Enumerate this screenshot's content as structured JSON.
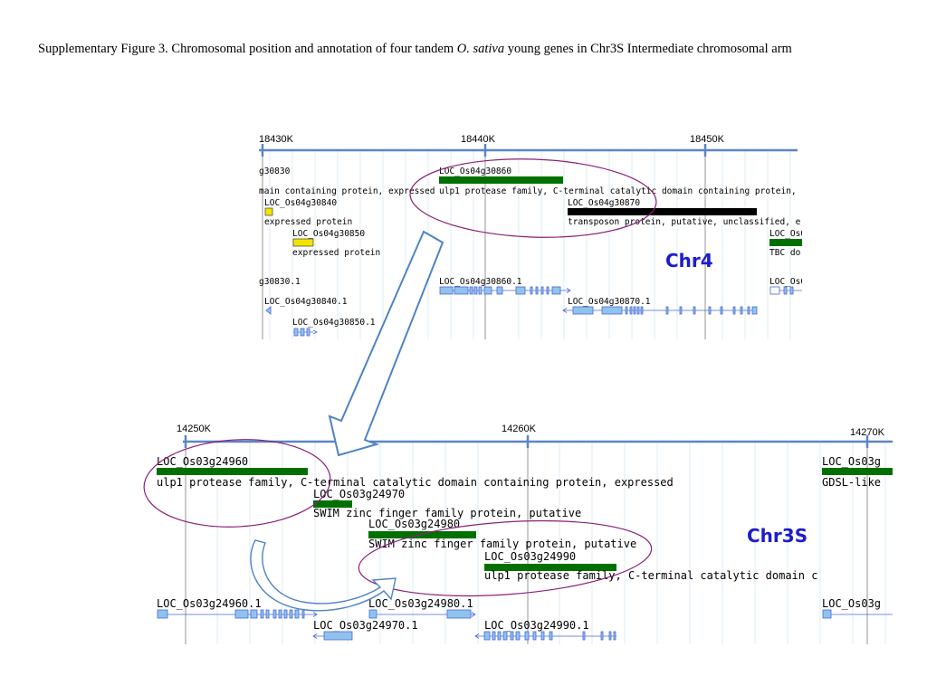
{
  "caption": {
    "before": "Supplementary Figure 3.  Chromosomal position and annotation of four tandem ",
    "species": "O. sativa",
    "after": " young genes in Chr3S Intermediate chromosomal arm"
  },
  "chr4": {
    "label": "Chr4",
    "ticks": [
      "18430K",
      "18440K",
      "18450K"
    ],
    "genes": [
      {
        "id": "g30830",
        "desc": "main containing protein, expressed",
        "color": "#ffffff"
      },
      {
        "id": "LOC_Os04g30840",
        "desc": "expressed protein",
        "color": "#f2e600"
      },
      {
        "id": "LOC_Os04g30850",
        "desc": "expressed protein",
        "color": "#f2e600"
      },
      {
        "id": "LOC_Os04g30860",
        "desc": "ulp1 protease family, C-terminal catalytic domain containing protein,",
        "color": "#007000"
      },
      {
        "id": "LOC_Os04g30870",
        "desc": "transposon protein, putative, unclassified, e:",
        "color": "#000000"
      },
      {
        "id": "LOC_Os0",
        "desc": "TBC dor",
        "color": "#007000"
      }
    ],
    "transcripts": [
      "g30830.1",
      "LOC_Os04g30840.1",
      "LOC_Os04g30850.1",
      "LOC_Os04g30860.1",
      "LOC_Os04g30870.1",
      "LOC_Os0"
    ]
  },
  "chr3s": {
    "label": "Chr3S",
    "ticks": [
      "14250K",
      "14260K",
      "14270K"
    ],
    "genes": [
      {
        "id": "LOC_Os03g24960",
        "desc": "ulp1 protease family, C-terminal catalytic domain containing protein, expressed",
        "color": "#007000"
      },
      {
        "id": "LOC_Os03g24970",
        "desc": "SWIM zinc finger family protein, putative",
        "color": "#007000"
      },
      {
        "id": "LOC_Os03g24980",
        "desc": "SWIM zinc finger family protein, putative",
        "color": "#007000"
      },
      {
        "id": "LOC_Os03g24990",
        "desc": "ulp1 protease family, C-terminal catalytic domain c",
        "color": "#007000"
      },
      {
        "id": "LOC_Os03g",
        "desc": "GDSL-like",
        "color": "#007000"
      }
    ],
    "transcripts": [
      "LOC_Os03g24960.1",
      "LOC_Os03g24970.1",
      "LOC_Os03g24980.1",
      "LOC_Os03g24990.1",
      "LOC_Os03g"
    ]
  },
  "colors": {
    "axis": "#5b86c5",
    "exon": "#8fc3ec",
    "exon_stroke": "#4a68d8",
    "ellipse": "#8a1f7a",
    "arrow": "#4f83c5",
    "label": "#1c1ccc"
  }
}
